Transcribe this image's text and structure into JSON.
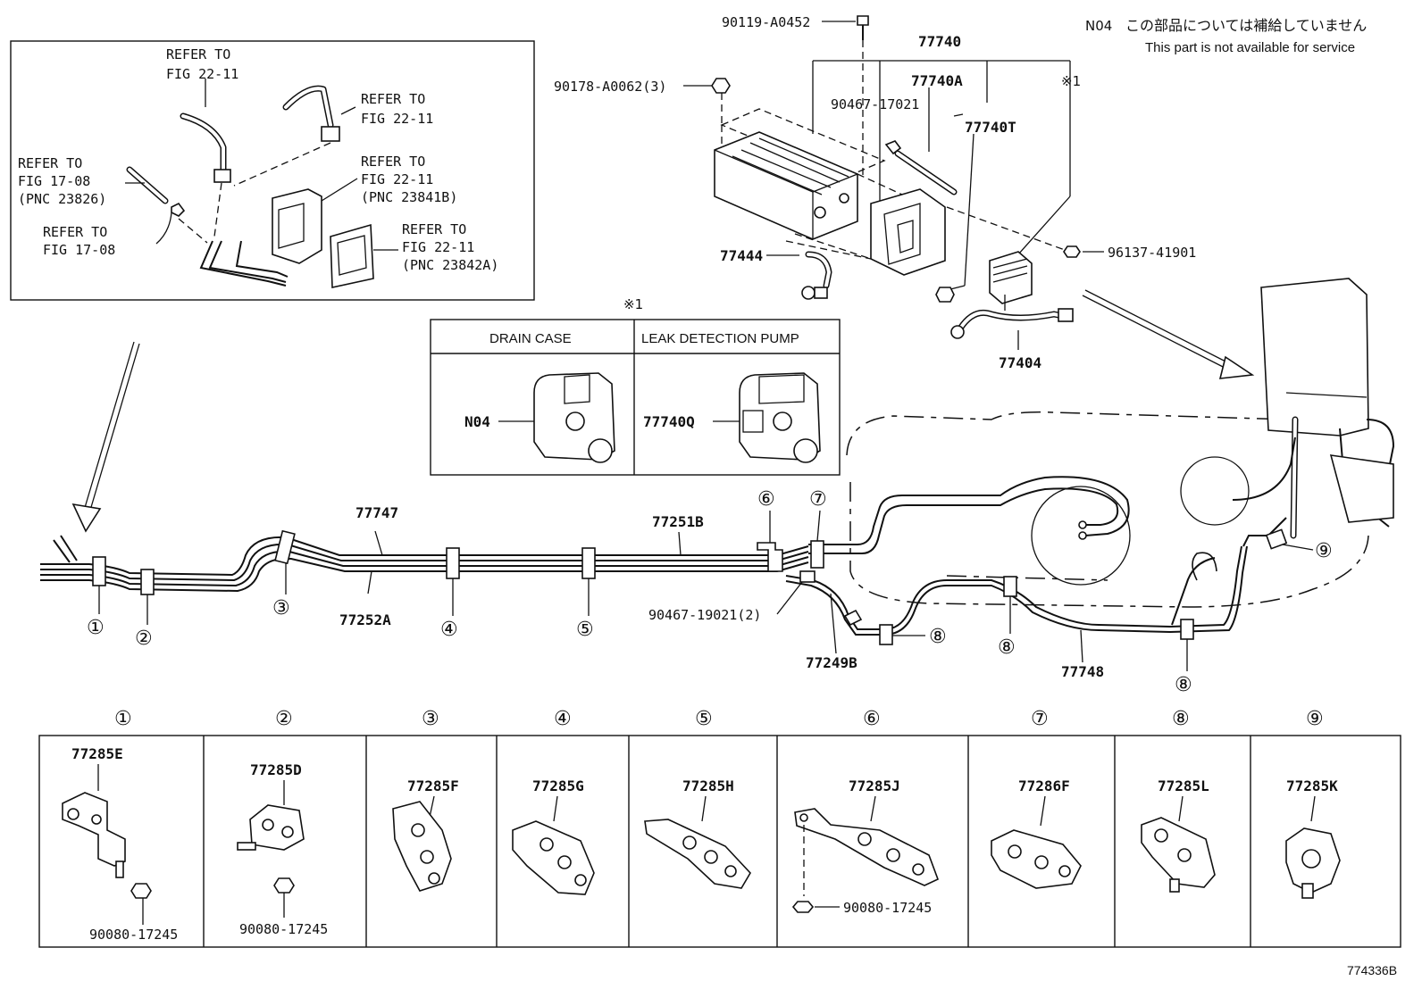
{
  "notice": {
    "code": "N04",
    "jp": "この部品については補給していません",
    "en": "This part is not available for service"
  },
  "figure_id": "774336B",
  "inset": {
    "refer1": "REFER TO",
    "refer1_fig": "FIG 22-11",
    "refer2": "REFER TO",
    "refer2_fig": "FIG 22-11",
    "refer3": "REFER TO",
    "refer3_fig": "FIG 22-11",
    "refer3_pnc": "(PNC 23841B)",
    "refer4": "REFER TO",
    "refer4_fig": "FIG 22-11",
    "refer4_pnc": "(PNC 23842A)",
    "refer5": "REFER TO",
    "refer5_fig": "FIG 17-08",
    "refer5_pnc": "(PNC 23826)",
    "refer6": "REFER TO",
    "refer6_fig": "FIG 17-08"
  },
  "canister": {
    "p_90119": "90119-A0452",
    "p_90178": "90178-A0062(3)",
    "p_77740": "77740",
    "p_77740A": "77740A",
    "p_90467_17021": "90467-17021",
    "p_77740T": "77740T",
    "mark1": "※1",
    "p_96137": "96137-41901",
    "p_77444": "77444",
    "p_77404": "77404"
  },
  "option_table": {
    "mark": "※1",
    "col1": "DRAIN CASE",
    "col2": "LEAK DETECTION PUMP",
    "val1": "N04",
    "val2": "77740Q"
  },
  "lines": {
    "p_77747": "77747",
    "p_77252A": "77252A",
    "p_77251B": "77251B",
    "p_90467_19021": "90467-19021(2)",
    "p_77249B": "77249B",
    "p_77748": "77748"
  },
  "callouts": [
    "①",
    "②",
    "③",
    "④",
    "⑤",
    "⑥",
    "⑦",
    "⑧",
    "⑨"
  ],
  "clamp_table": [
    {
      "marker": "①",
      "part": "77285E",
      "extra": "90080-17245"
    },
    {
      "marker": "②",
      "part": "77285D",
      "extra": "90080-17245"
    },
    {
      "marker": "③",
      "part": "77285F",
      "extra": ""
    },
    {
      "marker": "④",
      "part": "77285G",
      "extra": ""
    },
    {
      "marker": "⑤",
      "part": "77285H",
      "extra": ""
    },
    {
      "marker": "⑥",
      "part": "77285J",
      "extra": "90080-17245"
    },
    {
      "marker": "⑦",
      "part": "77286F",
      "extra": ""
    },
    {
      "marker": "⑧",
      "part": "77285L",
      "extra": ""
    },
    {
      "marker": "⑨",
      "part": "77285K",
      "extra": ""
    }
  ]
}
